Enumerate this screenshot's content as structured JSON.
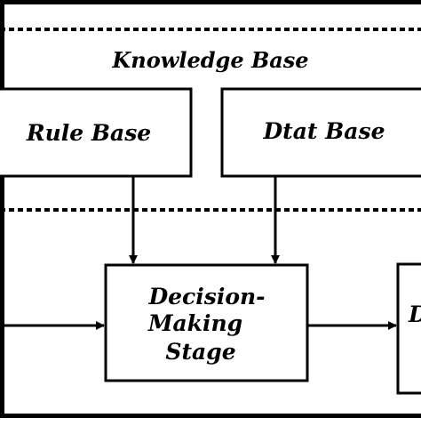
{
  "diagram": {
    "knowledge_base_label": "Knowledge Base",
    "rule_base_label": "Rule Base",
    "data_base_label": "Dtat Base",
    "decision_stage_lines": [
      "Decision-",
      "Making",
      "Stage"
    ],
    "right_box_partial_label": "D"
  },
  "colors": {
    "stroke": "#000000",
    "background": "#ffffff"
  }
}
